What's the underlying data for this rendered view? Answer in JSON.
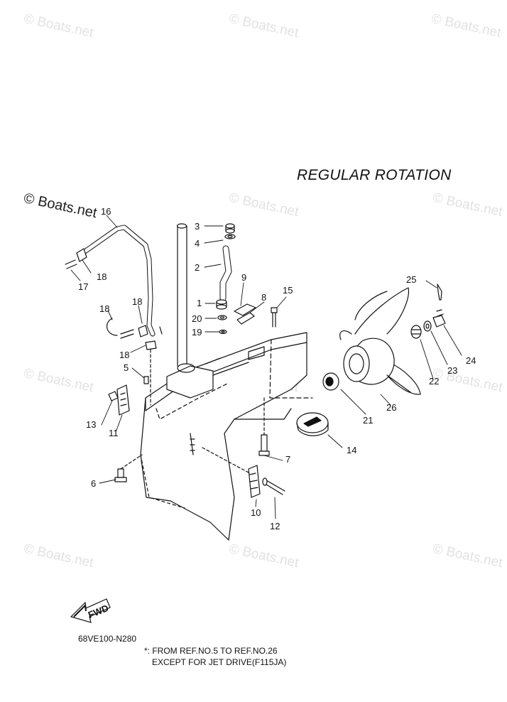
{
  "watermark": "© Boats.net",
  "heading": "REGULAR ROTATION",
  "diagram_code": "68VE100-N280",
  "note_line1": "*: FROM REF.NO.5 TO REF.NO.26",
  "note_line2": "EXCEPT FOR JET DRIVE(F115JA)",
  "fwd_label": "FWD",
  "callouts": {
    "c1": "1",
    "c2": "2",
    "c3": "3",
    "c4": "4",
    "c5": "5",
    "c6": "6",
    "c7": "7",
    "c8": "8",
    "c9": "9",
    "c10": "10",
    "c11": "11",
    "c12": "12",
    "c13": "13",
    "c14": "14",
    "c15": "15",
    "c16": "16",
    "c17": "17",
    "c18a": "18",
    "c18b": "18",
    "c18c": "18",
    "c18d": "18",
    "c19": "19",
    "c20": "20",
    "c21": "21",
    "c22": "22",
    "c23": "23",
    "c24": "24",
    "c25": "25",
    "c26": "26"
  }
}
